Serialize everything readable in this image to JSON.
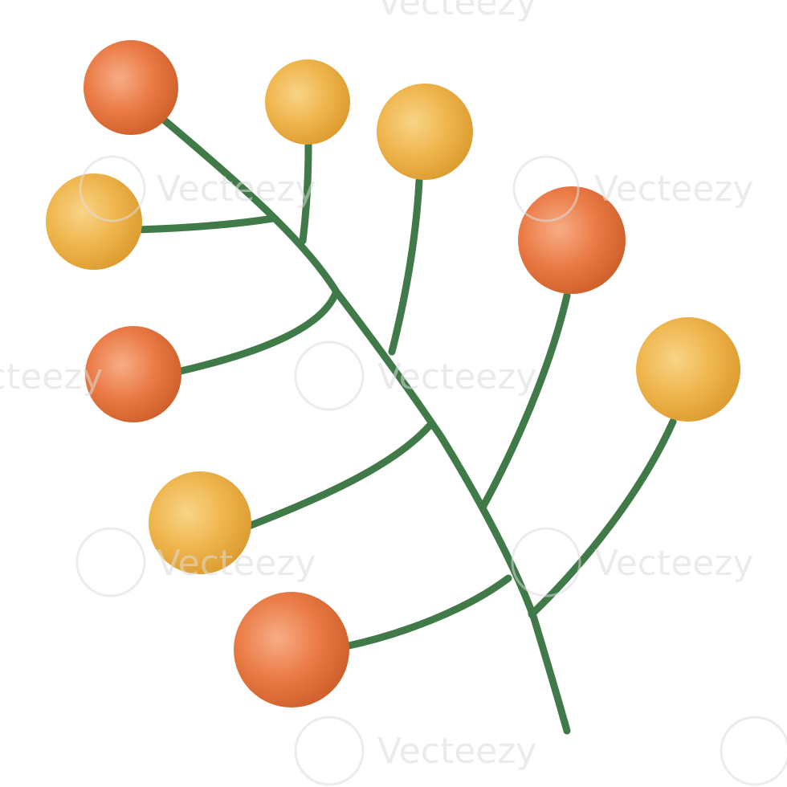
{
  "illustration": {
    "subject": "berry-branch",
    "colors": {
      "stem": "#3f7a48",
      "berry_orange_light": "#f5a37b",
      "berry_orange": "#e7713c",
      "berry_orange_dark": "#c95a26",
      "berry_yellow_light": "#f7cf7e",
      "berry_yellow": "#eeb146",
      "berry_yellow_dark": "#d99a2e",
      "background": "#ffffff"
    },
    "berries": [
      {
        "id": "berry-1",
        "color": "orange"
      },
      {
        "id": "berry-2",
        "color": "yellow"
      },
      {
        "id": "berry-3",
        "color": "yellow"
      },
      {
        "id": "berry-4",
        "color": "yellow"
      },
      {
        "id": "berry-5",
        "color": "orange"
      },
      {
        "id": "berry-6",
        "color": "orange"
      },
      {
        "id": "berry-7",
        "color": "yellow"
      },
      {
        "id": "berry-8",
        "color": "yellow"
      },
      {
        "id": "berry-9",
        "color": "orange"
      }
    ]
  },
  "watermark": {
    "text": "Vecteezy",
    "icon": "vecteezy-logo-icon"
  }
}
